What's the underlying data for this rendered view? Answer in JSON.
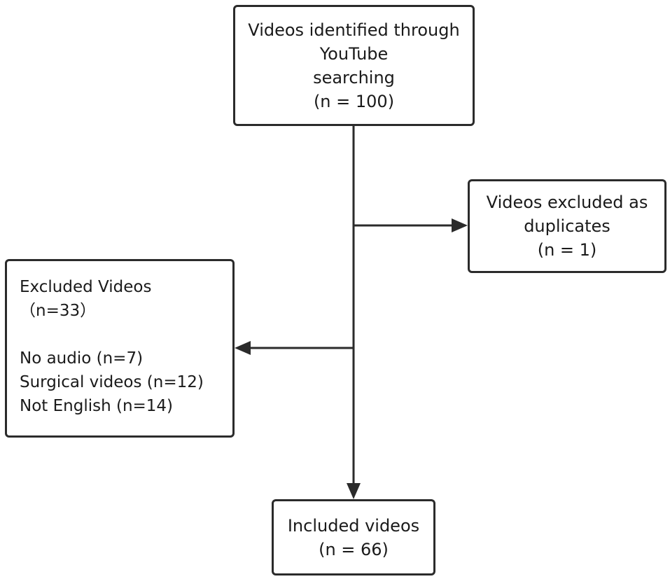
{
  "boxes": {
    "identified": {
      "lines": [
        "Videos identified through",
        "YouTube",
        "searching",
        "(n = 100)"
      ]
    },
    "duplicates": {
      "lines": [
        "Videos excluded as",
        "duplicates",
        "(n = 1)"
      ]
    },
    "excluded": {
      "title": "Excluded Videos",
      "count": "（n=33）",
      "reasons": [
        "No audio (n=7)",
        "Surgical videos (n=12)",
        "Not English (n=14)"
      ]
    },
    "included": {
      "lines": [
        "Included videos",
        "(n = 66)"
      ]
    }
  },
  "colors": {
    "stroke": "#2b2b2b",
    "text": "#1a1a1a"
  }
}
